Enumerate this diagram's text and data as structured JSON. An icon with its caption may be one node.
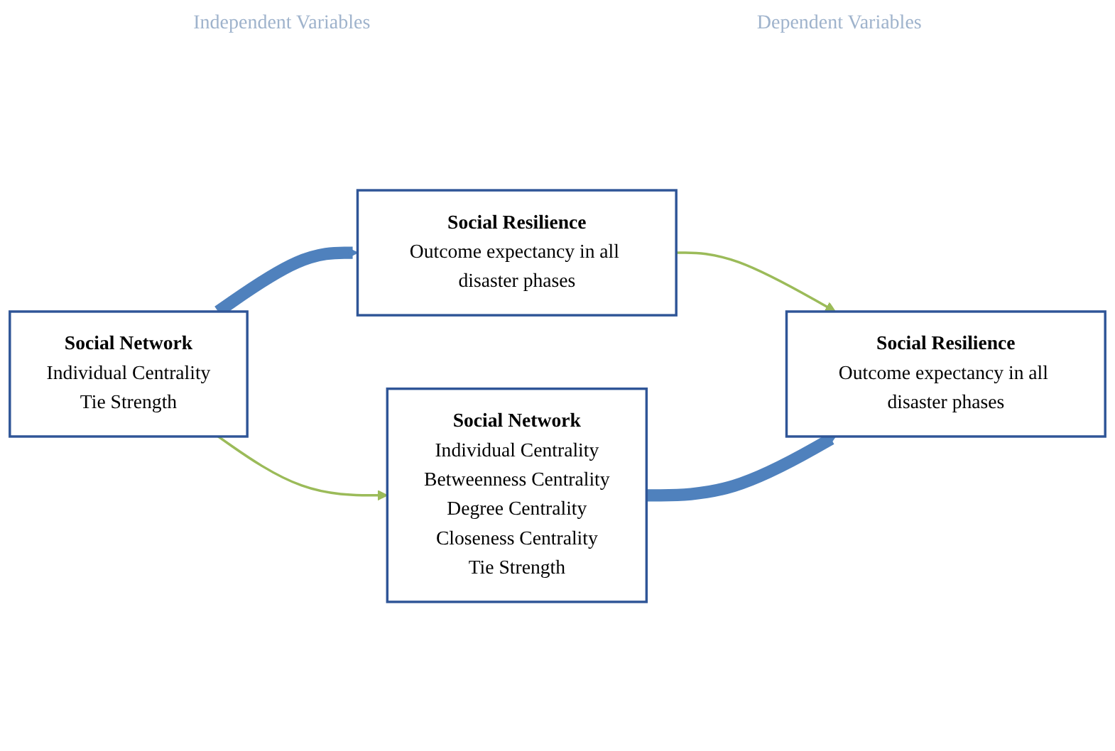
{
  "diagram": {
    "nodes": [
      {
        "text": [
          "Social Network",
          "Individual Centrality",
          "Tie Strength"
        ]
      },
      {
        "text": [
          "Social Resilience",
          "Outcome expectancy in all disaster phases"
        ]
      },
      {
        "text": [
          "Social Network",
          "Individual Centrality",
          "Betweenness Centrality",
          "Degree Centrality",
          "Closeness Centrality",
          "Tie Strength"
        ]
      },
      {
        "text": [
          "Social Resilience",
          "Outcome expectancy in all disaster phases"
        ]
      }
    ],
    "edges": [
      {
        "from": 0,
        "to": 1,
        "arrow": "to",
        "style": "thick",
        "color": "#4f81bd"
      },
      {
        "from": 0,
        "to": 2,
        "arrow": "to",
        "color": "#9bbb59"
      },
      {
        "from": 1,
        "to": 3,
        "arrow": "to",
        "color": "#9bbb59"
      },
      {
        "from": 2,
        "to": 3,
        "arrow": "to",
        "style": "thick",
        "color": "#4f81bd"
      }
    ],
    "labels": [
      "Independent Variables",
      "Dependent Variables"
    ]
  }
}
